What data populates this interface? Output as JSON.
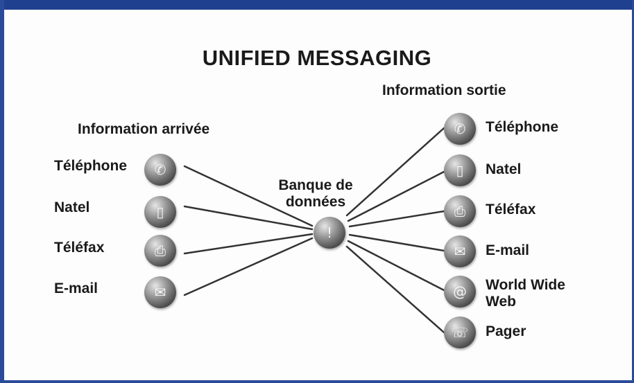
{
  "title": "UNIFIED MESSAGING",
  "incoming": {
    "heading": "Information arrivée",
    "items": [
      {
        "label": "Téléphone",
        "icon": "telephone-icon",
        "glyph": "✆"
      },
      {
        "label": "Natel",
        "icon": "mobile-phone-icon",
        "glyph": "▯"
      },
      {
        "label": "Téléfax",
        "icon": "fax-icon",
        "glyph": "⎙"
      },
      {
        "label": "E-mail",
        "icon": "email-icon",
        "glyph": "✉"
      }
    ]
  },
  "center": {
    "label": "Banque de données",
    "icon": "database-icon",
    "glyph": "!"
  },
  "outgoing": {
    "heading": "Information sortie",
    "items": [
      {
        "label": "Téléphone",
        "icon": "telephone-icon",
        "glyph": "✆"
      },
      {
        "label": "Natel",
        "icon": "mobile-phone-icon",
        "glyph": "▯"
      },
      {
        "label": "Téléfax",
        "icon": "fax-icon",
        "glyph": "⎙"
      },
      {
        "label": "E-mail",
        "icon": "email-icon",
        "glyph": "✉"
      },
      {
        "label": "World Wide Web",
        "icon": "world-wide-web-icon",
        "glyph": "@"
      },
      {
        "label": "Pager",
        "icon": "pager-icon",
        "glyph": "☏"
      }
    ]
  },
  "colors": {
    "frame": "#1f3f8f",
    "text": "#1a1a1a",
    "line": "#333333"
  }
}
